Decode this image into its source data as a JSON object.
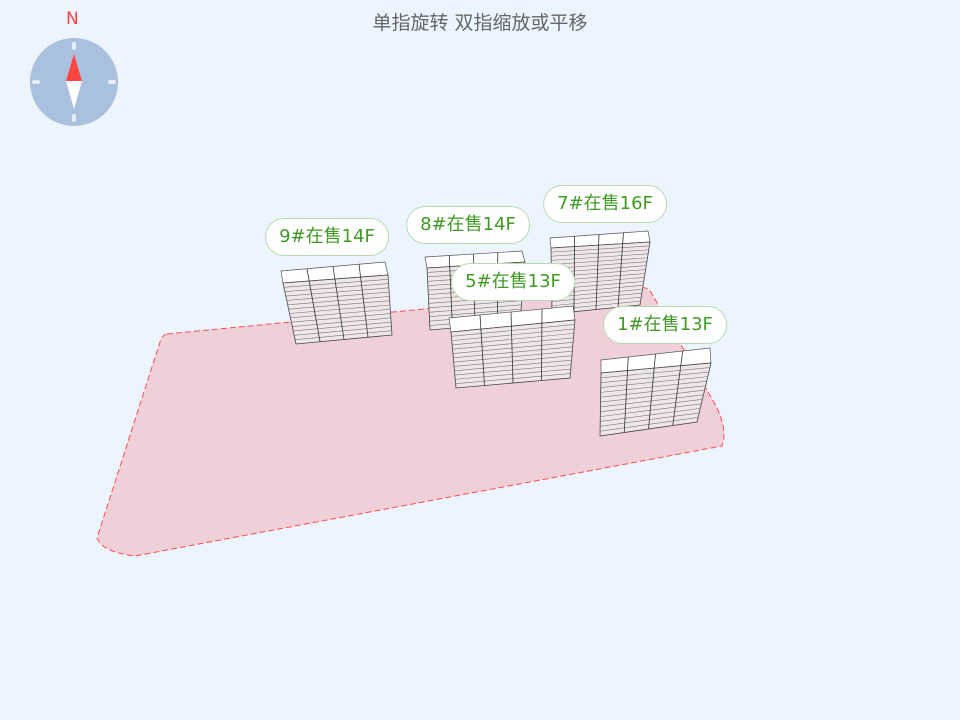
{
  "hint": "单指旋转 双指缩放或平移",
  "compass": {
    "north_label": "N",
    "icon": "compass-icon"
  },
  "colors": {
    "ground_fill": "#f0d0d8",
    "ground_border": "#ff4d4d",
    "label_text": "#3f9a24",
    "label_border": "#b5dcae",
    "north": "#ff4444"
  },
  "buildings": [
    {
      "id": "9",
      "label": "9#在售14F",
      "floors": 14
    },
    {
      "id": "8",
      "label": "8#在售14F",
      "floors": 14
    },
    {
      "id": "7",
      "label": "7#在售16F",
      "floors": 16
    },
    {
      "id": "5",
      "label": "5#在售13F",
      "floors": 13
    },
    {
      "id": "1",
      "label": "1#在售13F",
      "floors": 13
    }
  ]
}
